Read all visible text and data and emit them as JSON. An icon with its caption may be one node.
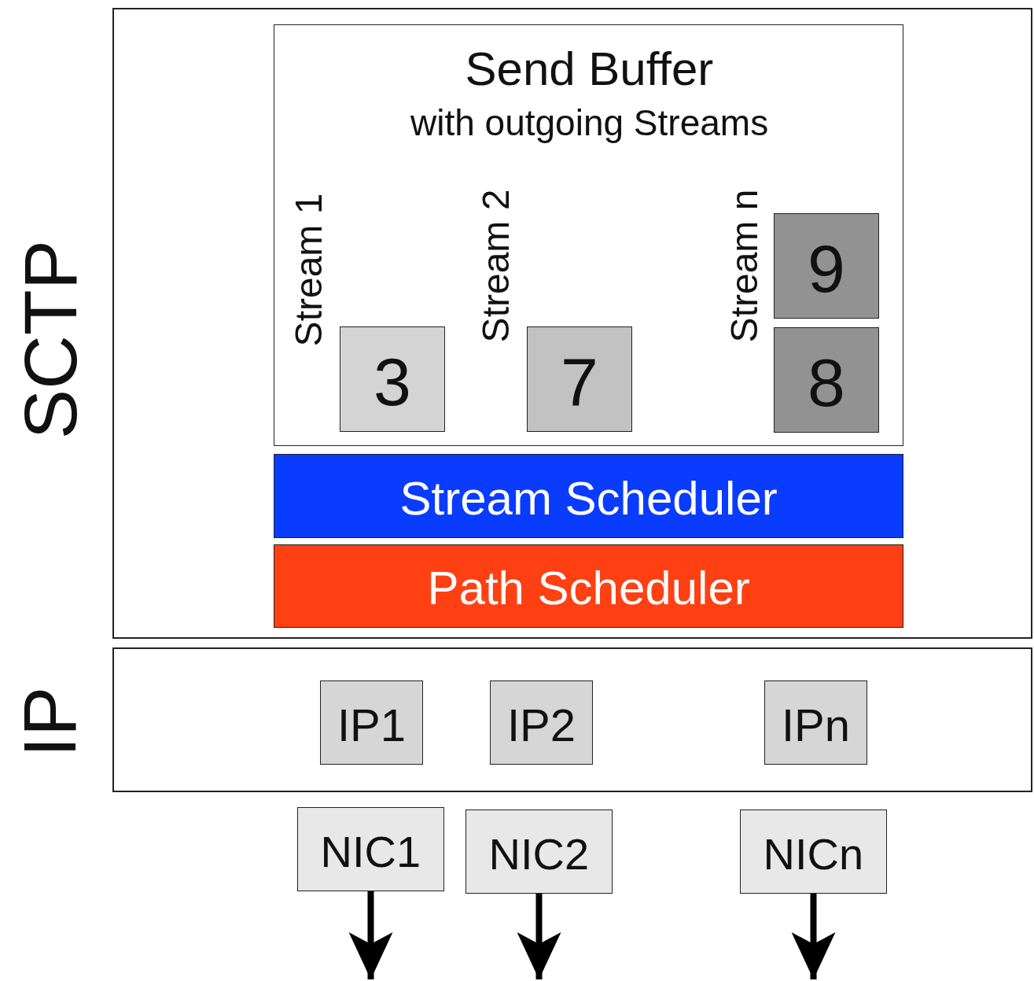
{
  "diagram": {
    "nodes": [
      {
        "text": [
          "SCTP"
        ]
      },
      {
        "text": [
          "Send Buffer",
          "with outgoing Streams"
        ],
        "in": 0
      },
      {
        "text": [
          "3"
        ],
        "in": 1
      },
      {
        "text": [
          "7"
        ],
        "in": 1
      },
      {
        "text": [
          "9"
        ],
        "in": 1
      },
      {
        "text": [
          "8"
        ],
        "in": 1
      },
      {
        "text": [
          "Stream Scheduler"
        ],
        "in": 0
      },
      {
        "text": [
          "Path Scheduler"
        ],
        "in": 0
      },
      {
        "text": [
          "IP"
        ]
      },
      {
        "text": [
          "IP1"
        ],
        "in": 8
      },
      {
        "text": [
          "IP2"
        ],
        "in": 8
      },
      {
        "text": [
          "IPn"
        ],
        "in": 8
      },
      {
        "text": [
          "NIC1"
        ]
      },
      {
        "text": [
          "NIC2"
        ]
      },
      {
        "text": [
          "NICn"
        ]
      }
    ],
    "edges": [
      {
        "from": 12,
        "to": null,
        "arrow": "to"
      },
      {
        "from": 13,
        "to": null,
        "arrow": "to"
      },
      {
        "from": 14,
        "to": null,
        "arrow": "to"
      }
    ],
    "labels": [
      "Stream 1",
      "Stream 2",
      "Stream n"
    ]
  }
}
